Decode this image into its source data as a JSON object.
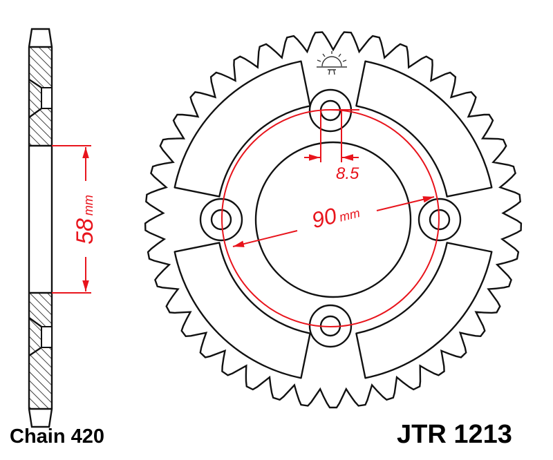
{
  "chain_label": "Chain 420",
  "part_number": "JTR 1213",
  "dimensions": {
    "hub_diameter_value": "58",
    "hub_diameter_unit": "mm",
    "pcd_value": "90",
    "pcd_unit": "mm",
    "bolt_hole_value": "8.5"
  },
  "colors": {
    "dimension": "#e8141c",
    "outline": "#111111"
  },
  "logo": "sun-logo-icon"
}
